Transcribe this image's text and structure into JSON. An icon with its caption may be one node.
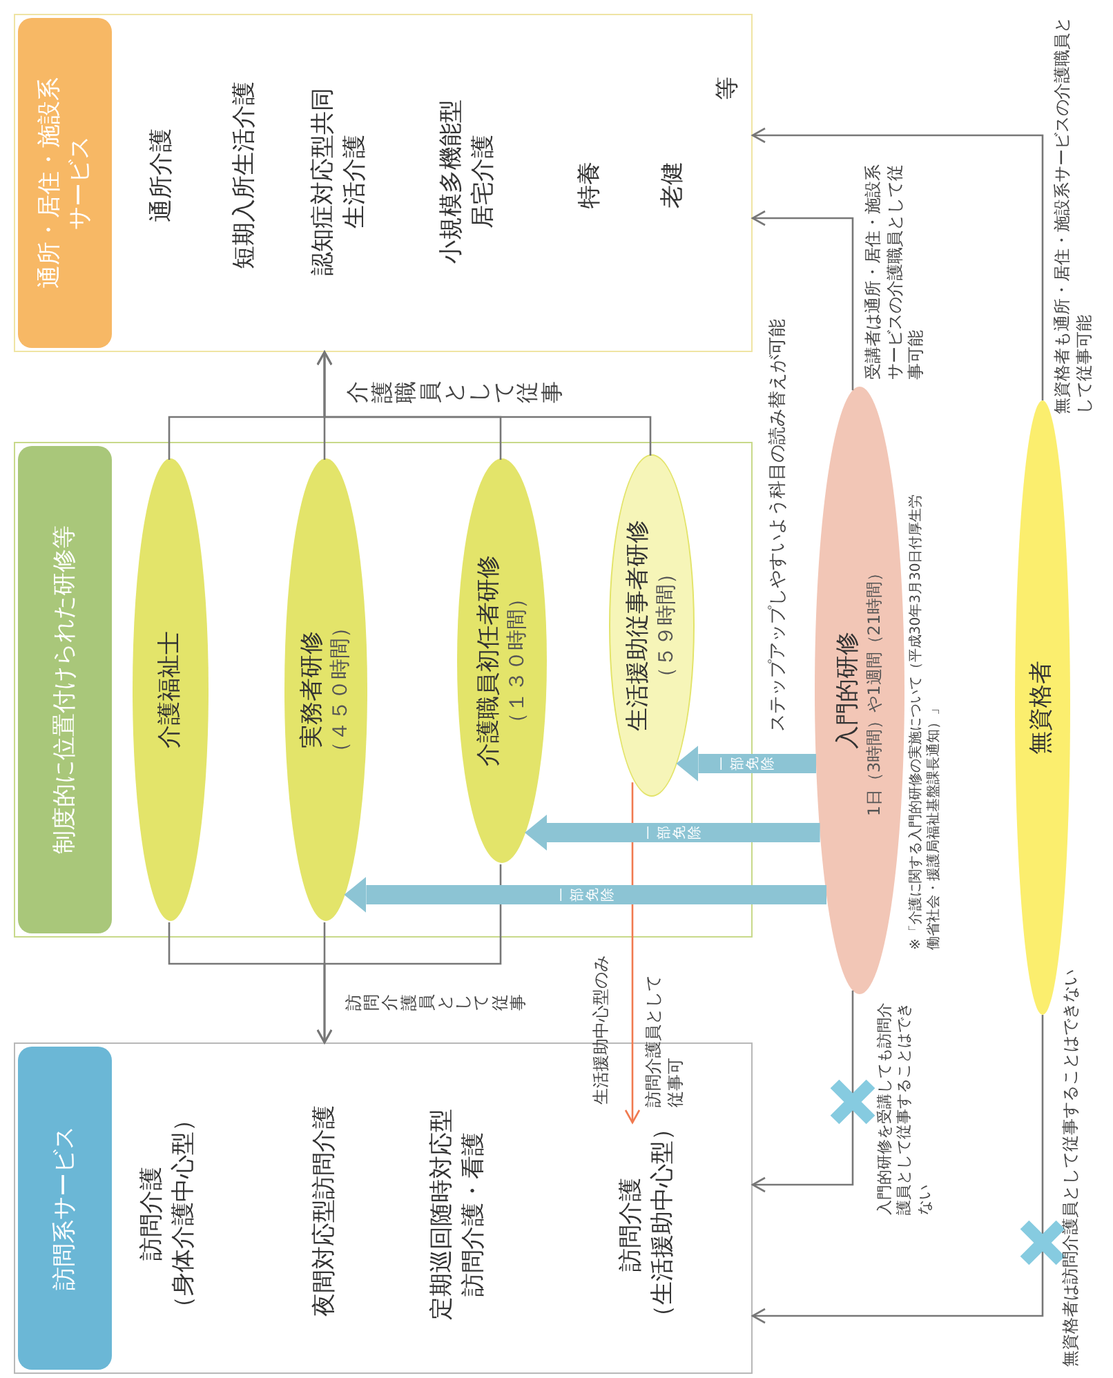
{
  "diagram": {
    "nodes": [
      {
        "text": [
          "訪問系サービス",
          "訪問介護（身体介護中心型）",
          "夜間対応型訪問介護",
          "定期巡回随時対応型訪問介護・看護"
        ]
      },
      {
        "text": [
          "訪問介護（生活援助中心型）"
        ],
        "in": 0
      },
      {
        "text": [
          "制度的に位置付けられた研修等"
        ]
      },
      {
        "text": [
          "介護福祉士"
        ],
        "in": 2
      },
      {
        "text": [
          "実務者研修",
          "（４５０時間）"
        ],
        "in": 2
      },
      {
        "text": [
          "介護職員初任者研修",
          "（１３０時間）"
        ],
        "in": 2
      },
      {
        "text": [
          "生活援助従事者研修",
          "（５９時間）"
        ],
        "in": 2
      },
      {
        "text": [
          "通所・居住・施設系サービス",
          "通所介護",
          "短期入所生活介護",
          "認知症対応型共同生活介護",
          "小規模多機能型居宅介護",
          "特養",
          "老健",
          "等"
        ]
      },
      {
        "text": [
          "入門的研修",
          "1日（3時間）や1週間（21時間）"
        ],
        "beside": [
          "※「介護に関する入門的研修の実施について（平成30年3月30日付厚生労働省社会・援護局福祉基盤課長通知）」"
        ]
      },
      {
        "text": [
          "無資格者"
        ]
      }
    ],
    "edges": [
      {
        "from": 3,
        "to": 7,
        "arrow": "to"
      },
      {
        "from": 4,
        "to": 7,
        "arrow": "to"
      },
      {
        "from": 5,
        "to": 7,
        "arrow": "to"
      },
      {
        "from": 6,
        "to": 7,
        "arrow": "to"
      },
      {
        "from": 3,
        "to": 0,
        "arrow": "to"
      },
      {
        "from": 4,
        "to": 0,
        "arrow": "to"
      },
      {
        "from": 5,
        "to": 0,
        "arrow": "to"
      },
      {
        "from": 6,
        "to": 1,
        "arrow": "to",
        "color": "#f07a50"
      },
      {
        "from": 8,
        "to": 6,
        "arrow": "to",
        "style": "thick",
        "color": "#8cc4d4",
        "label": "一部免除"
      },
      {
        "from": 8,
        "to": 5,
        "arrow": "to",
        "style": "thick",
        "color": "#8cc4d4",
        "label": "一部免除"
      },
      {
        "from": 8,
        "to": 4,
        "arrow": "to",
        "style": "thick",
        "color": "#8cc4d4",
        "label": "一部免除"
      },
      {
        "from": 8,
        "to": 7,
        "arrow": "to",
        "label": "受講者は通所・居住・施設系サービスの介護職員として従事可能"
      },
      {
        "from": 8,
        "to": 0,
        "arrow": "to",
        "label": "入門的研修を受講しても訪問介護員として従事することはできない"
      },
      {
        "from": 9,
        "to": 7,
        "arrow": "to",
        "label": "無資格者も通所・居住・施設系サービスの介護職員として従事可能"
      },
      {
        "from": 9,
        "to": 0,
        "arrow": "to",
        "label": "無資格者は訪問介護員として従事することはできない"
      }
    ],
    "labels": [
      "介護職員として従事",
      "訪問介護員として従事",
      "生活援助中心型のみ",
      "訪問介護員として従事可",
      "ステップアップしやすいよう科目の読み替えが可能"
    ]
  }
}
